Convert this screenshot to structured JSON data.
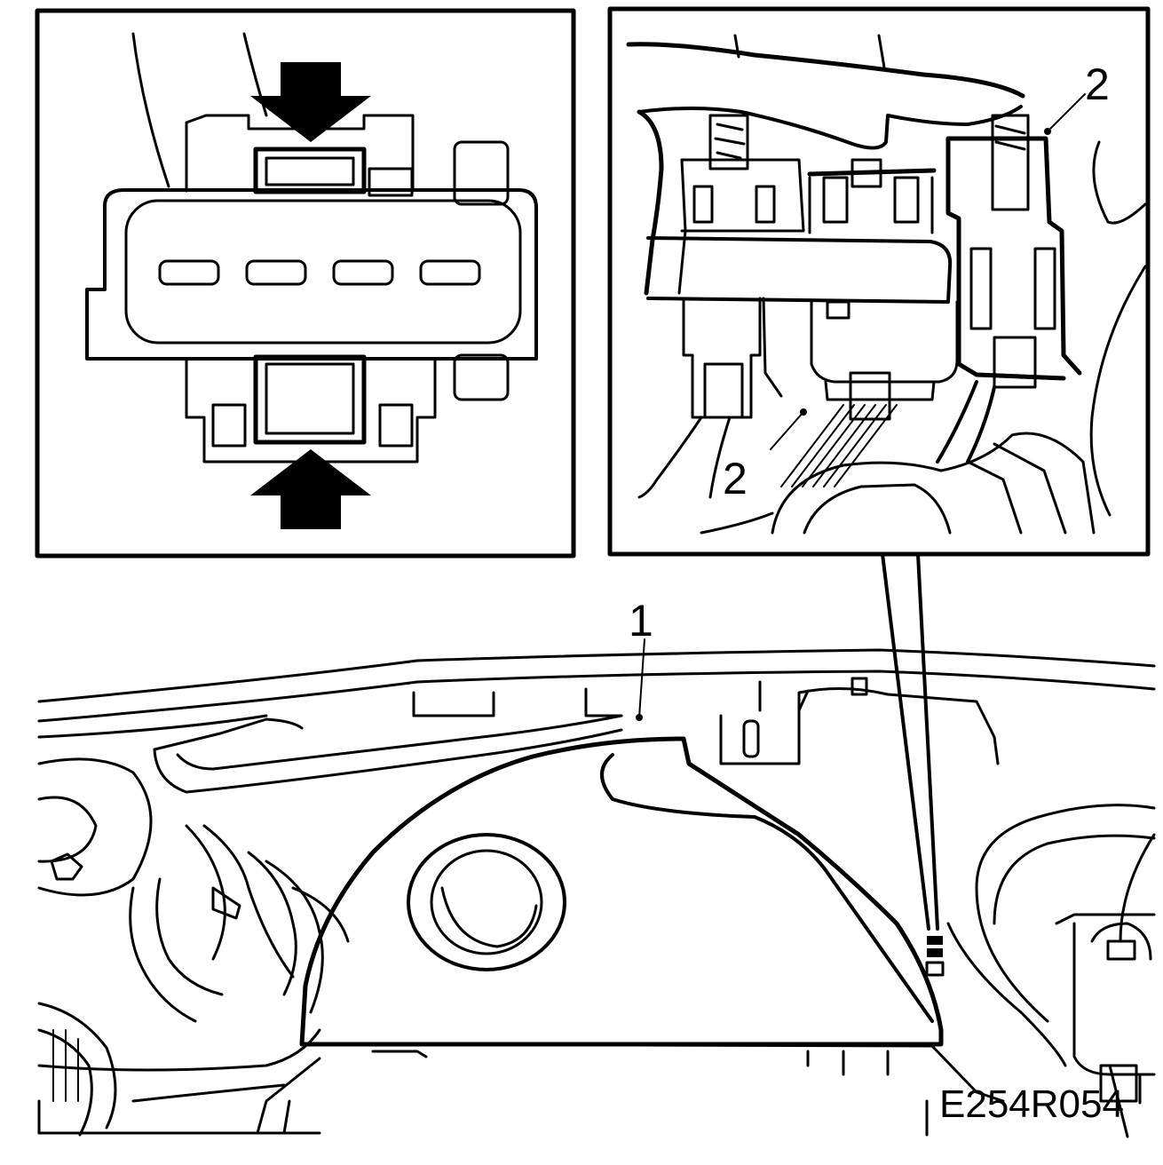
{
  "callouts": {
    "engine_cover": "1",
    "connector_top_right": "2",
    "connector_lower": "2"
  },
  "figure_code": "E254R054",
  "colors": {
    "ink": "#000000",
    "paper": "#ffffff"
  }
}
